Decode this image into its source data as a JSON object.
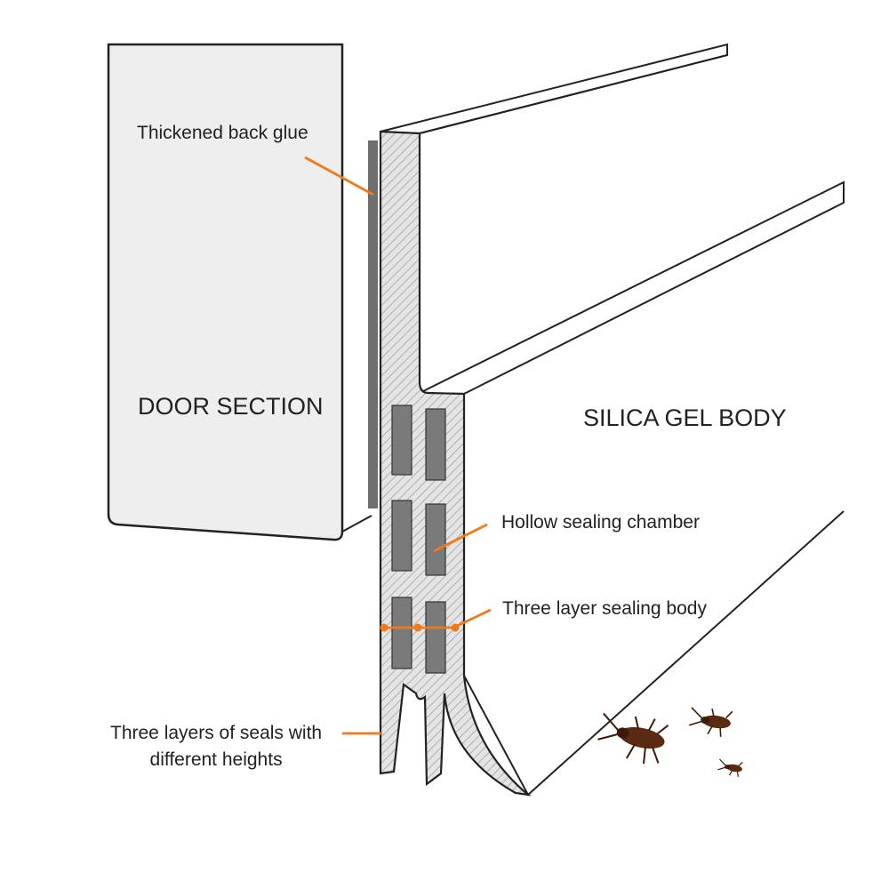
{
  "labels": {
    "back_glue": "Thickened back glue",
    "door_section": "DOOR SECTION",
    "silica_gel_body": "SILICA GEL BODY",
    "hollow_chamber": "Hollow sealing chamber",
    "three_layer_body": "Three layer sealing body",
    "seals_line1": "Three layers of seals with",
    "seals_line2": "different heights"
  },
  "colors": {
    "outline": "#222222",
    "door_fill": "#eeeeee",
    "section_fill": "#e4e4e4",
    "hatch": "#9a9a9a",
    "chamber": "#7a7a7a",
    "glue": "#6f6f6f",
    "accent": "#f07a1a",
    "insect": "#5a2a12"
  }
}
